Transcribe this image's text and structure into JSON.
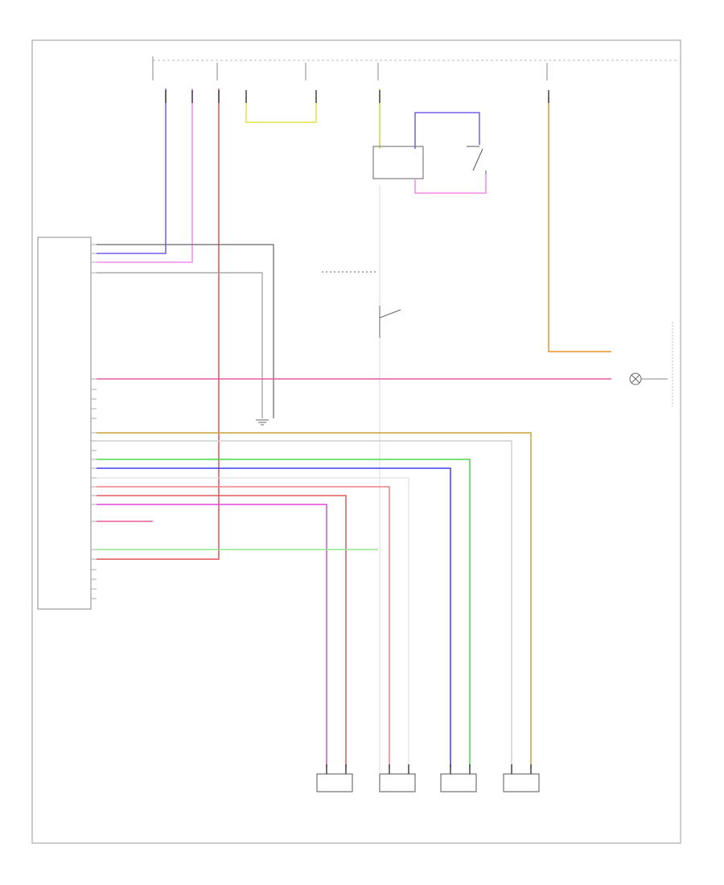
{
  "diagram": {
    "footer_id": "",
    "frame": true
  },
  "colors": {
    "purple": "#6f5cf0",
    "pink": "#f08be8",
    "red": "#e05050",
    "yellow": "#e6e040",
    "orange": "#f0922a",
    "magenta_pink": "#e85aa0",
    "green": "#49d849",
    "blue": "#3b3bf0",
    "olive": "#c8a23a",
    "light_red": "#f08080",
    "gray": "#b0b0b0",
    "dark": "#555555"
  },
  "labels": {
    "top_fuse_box_1": "",
    "top_fuse_box_2": "",
    "top_fuse_box_3": "",
    "top_fuse_box_4": "",
    "abs_module": "",
    "left_rear": "",
    "left_front": "",
    "right_front": "",
    "right_rear": "",
    "sensors_caption": "",
    "instrument_cluster": "",
    "brake_switch": "",
    "data_link": "",
    "ground": ""
  },
  "sensors": [
    {
      "id": "left-rear",
      "label": ""
    },
    {
      "id": "left-front",
      "label": ""
    },
    {
      "id": "right-front",
      "label": ""
    },
    {
      "id": "right-rear",
      "label": ""
    }
  ]
}
